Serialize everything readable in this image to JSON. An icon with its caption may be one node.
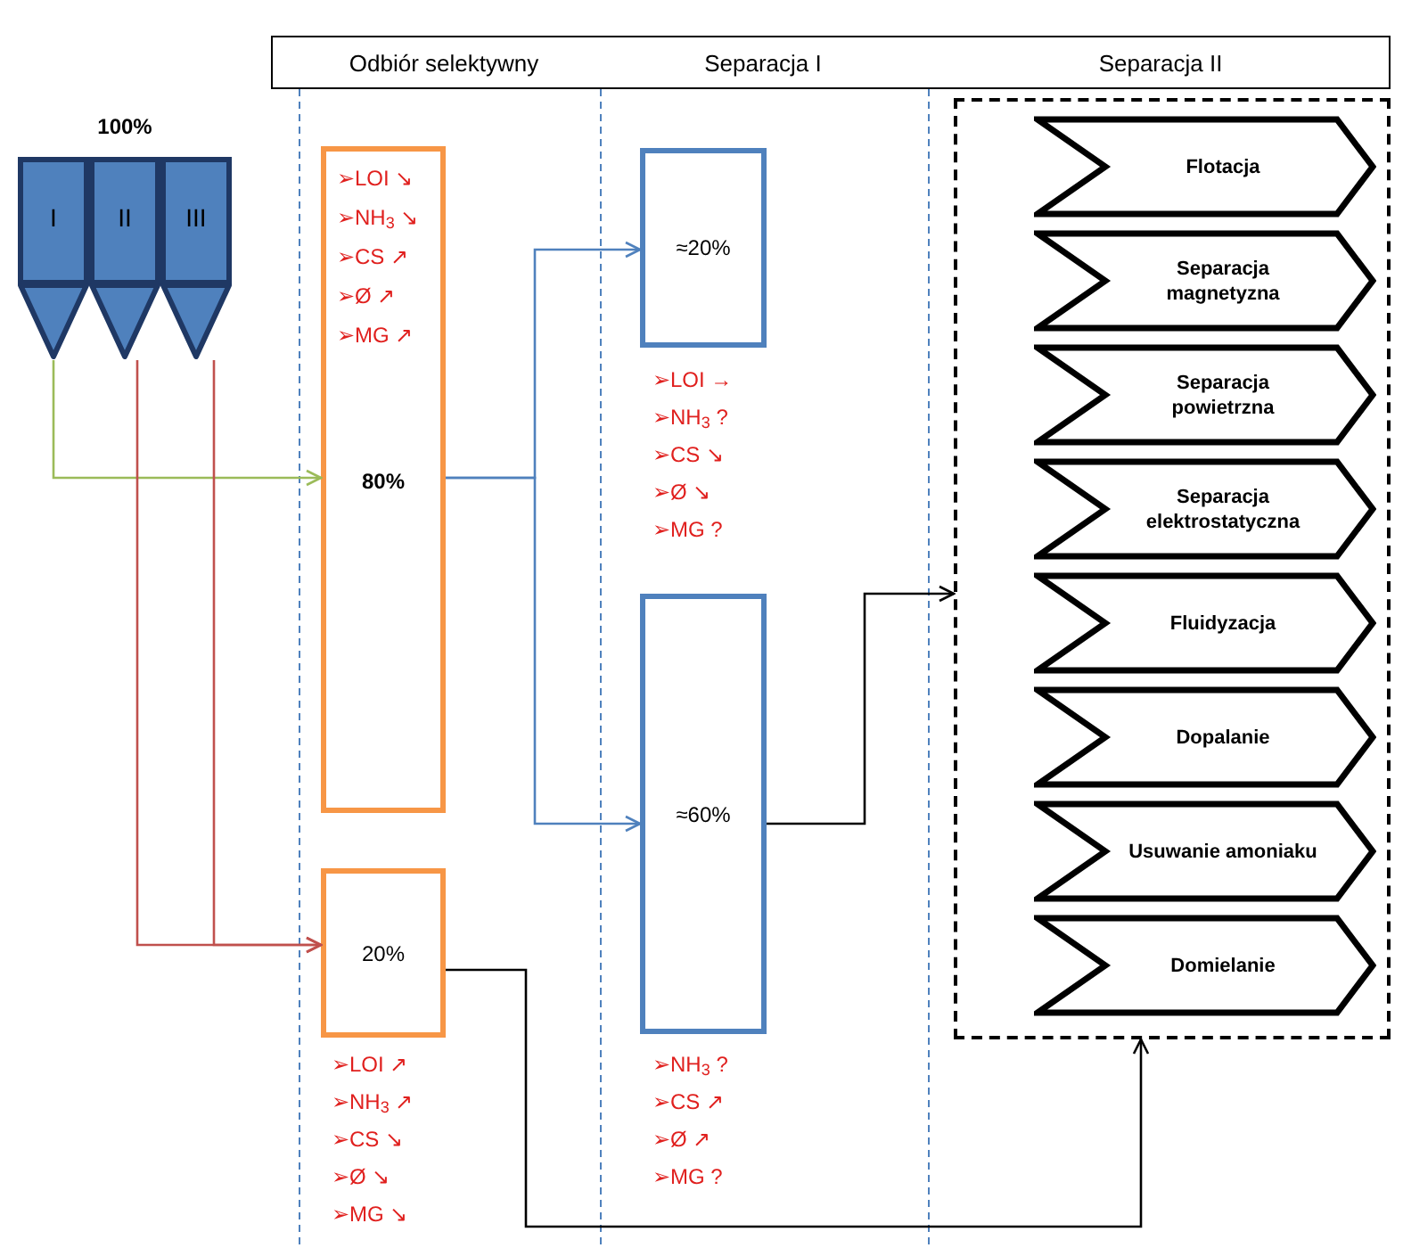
{
  "diagram": {
    "nodes": [
      {
        "text": [
          "100%"
        ]
      },
      {
        "text": [
          "I"
        ],
        "in": 0
      },
      {
        "text": [
          "II"
        ],
        "in": 0
      },
      {
        "text": [
          "III"
        ],
        "in": 0
      },
      {
        "text": [
          "➢LOI ↘",
          "➢NH$_{3}$ ↘",
          "➢CS ↗",
          "➢Ø ↗",
          "➢MG ↗",
          "80%"
        ]
      },
      {
        "text": [
          "20%"
        ],
        "beside": [
          "➢LOI ↗",
          "➢NH$_{3}$ ↗",
          "➢CS ↘",
          "➢Ø ↘",
          "➢MG ↘"
        ]
      },
      {
        "text": [
          "≈20%"
        ],
        "beside": [
          "➢LOI →",
          "➢NH$_{3}$ ?",
          "➢CS ↘",
          "➢Ø ↘",
          "➢MG ?"
        ]
      },
      {
        "text": [
          "≈60%"
        ],
        "beside": [
          "➢NH$_{3}$ ?",
          "➢CS ↗",
          "➢Ø ↗",
          "➢MG ?"
        ]
      },
      {
        "text": [],
        "shape": "box"
      },
      {
        "text": [
          "Flotacja"
        ],
        "in": 8
      },
      {
        "text": [
          "Separacja magnetyzna"
        ],
        "in": 8
      },
      {
        "text": [
          "Separacja powietrzna"
        ],
        "in": 8
      },
      {
        "text": [
          "Separacja elektrostatyczna"
        ],
        "in": 8
      },
      {
        "text": [
          "Fluidyzacja"
        ],
        "in": 8
      },
      {
        "text": [
          "Dopalanie"
        ],
        "in": 8
      },
      {
        "text": [
          "Usuwanie amoniaku"
        ],
        "in": 8
      },
      {
        "text": [
          "Domielanie"
        ],
        "in": 8
      }
    ],
    "edges": [
      {
        "from": 1,
        "to": 4,
        "arrow": "to",
        "color": "#9bbb59"
      },
      {
        "from": 2,
        "to": 5,
        "arrow": "to",
        "color": "#c0504d"
      },
      {
        "from": 3,
        "to": 5,
        "arrow": "to",
        "color": "#c0504d"
      },
      {
        "from": 4,
        "to": 6,
        "arrow": "to",
        "color": "#4f81bd"
      },
      {
        "from": 4,
        "to": 7,
        "arrow": "to",
        "color": "#4f81bd"
      },
      {
        "from": 7,
        "to": 8,
        "arrow": "to",
        "color": "#000000"
      },
      {
        "from": 5,
        "to": 8,
        "arrow": "to",
        "color": "#000000"
      }
    ],
    "labels": [
      "Odbiór selektywny",
      "Separacja I",
      "Separacja II"
    ]
  }
}
